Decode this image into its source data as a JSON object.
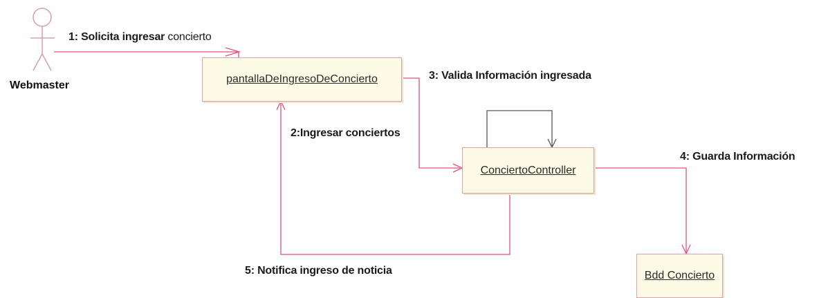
{
  "actor": {
    "name": "Webmaster"
  },
  "objects": {
    "screen": "pantallaDeIngresoDeConcierto",
    "controller": "ConciertoController",
    "db": "Bdd Concierto"
  },
  "messages": {
    "m1_prefix": "1: Solicita ingresar",
    "m1_suffix": "concierto",
    "m2": "2:Ingresar conciertos",
    "m3": "3: Valida Información ingresada",
    "m4": "4: Guarda Información",
    "m5": "5: Notifica ingreso de noticia"
  },
  "colors": {
    "link": "#e0527a",
    "box_fill": "#fdfbe6",
    "box_border": "#d9a3ad",
    "actor": "#d6a0a8"
  }
}
